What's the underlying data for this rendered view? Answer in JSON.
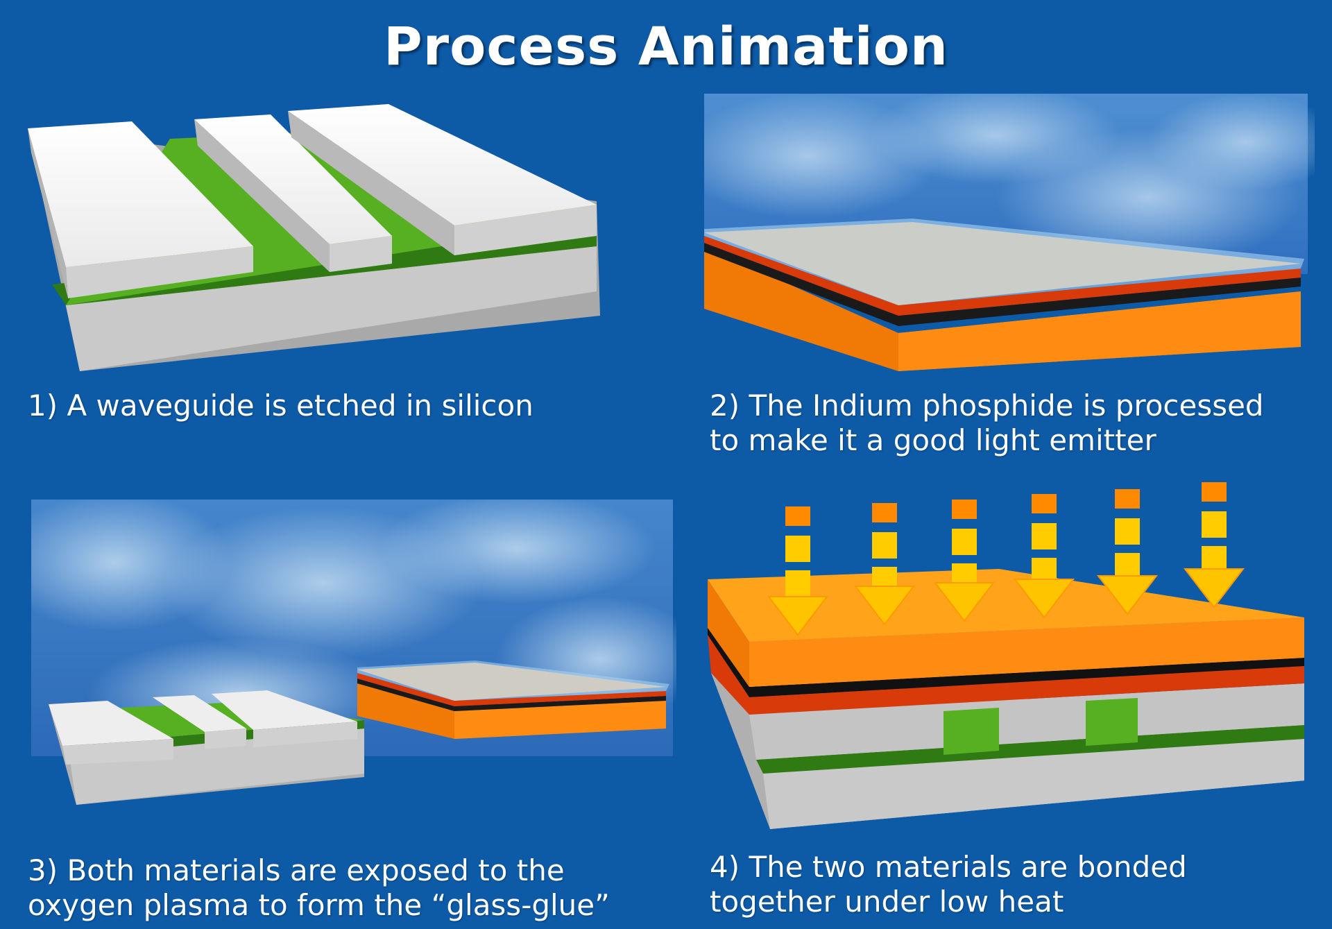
{
  "title": "Process Animation",
  "steps": [
    {
      "lines": [
        "1) A waveguide is etched in silicon"
      ]
    },
    {
      "lines": [
        "2) The Indium phosphide is processed",
        "to make it a good light emitter"
      ]
    },
    {
      "lines": [
        "3) Both materials are exposed to the",
        "oxygen plasma to form the “glass-glue”"
      ]
    },
    {
      "lines": [
        "4) The two materials are bonded",
        "together under low heat"
      ]
    }
  ],
  "colors": {
    "background": "#0d5aa7",
    "silicon": "#c9c9c9",
    "waveguide_green": "#4ea31b",
    "indium_phosphide": "#f58a10",
    "heat_arrow": "#ffc400"
  }
}
